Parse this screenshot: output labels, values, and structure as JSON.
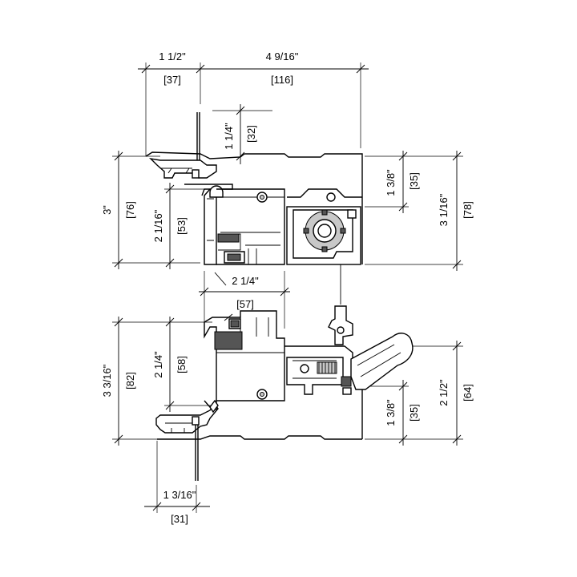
{
  "dimensions": {
    "top_left_width": "1 1/2\"",
    "top_left_width_mm": "[37]",
    "top_right_width": "4 9/16\"",
    "top_right_width_mm": "[116]",
    "top_small_height": "1 1/4\"",
    "top_small_height_mm": "[32]",
    "upper_left_height": "3\"",
    "upper_left_height_mm": "[76]",
    "upper_inner_height": "2 1/16\"",
    "upper_inner_height_mm": "[53]",
    "upper_right_small": "1 3/8\"",
    "upper_right_small_mm": "[35]",
    "upper_right_height": "3 1/16\"",
    "upper_right_height_mm": "[78]",
    "middle_width": "2 1/4\"",
    "middle_width_mm": "[57]",
    "lower_left_height": "3 3/16\"",
    "lower_left_height_mm": "[82]",
    "lower_inner_height": "2 1/4\"",
    "lower_inner_height_mm": "[58]",
    "lower_right_small": "1 3/8\"",
    "lower_right_small_mm": "[35]",
    "lower_right_height": "2 1/2\"",
    "lower_right_height_mm": "[64]",
    "bottom_width": "1 3/16\"",
    "bottom_width_mm": "[31]"
  }
}
